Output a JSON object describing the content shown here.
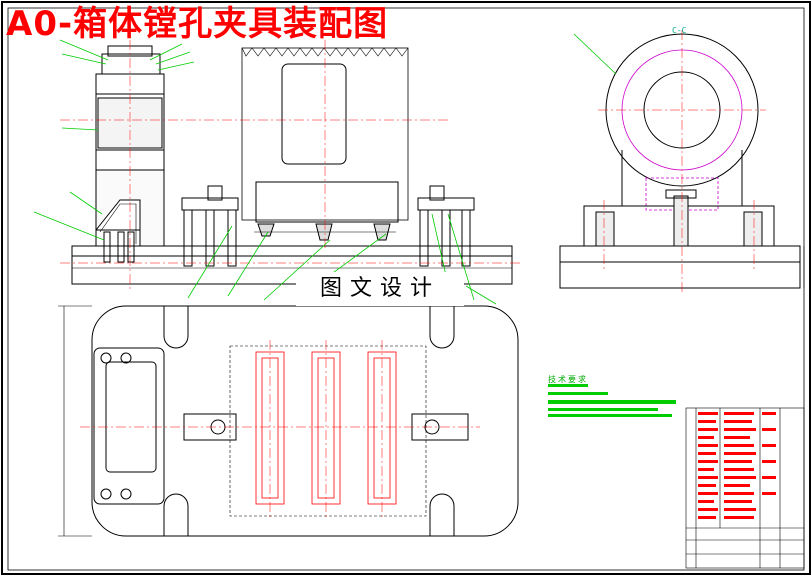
{
  "drawing": {
    "title": "A0-箱体镗孔夹具装配图",
    "watermark": "图文设计",
    "section_label": "C-C",
    "tech_req_title": "技术要求",
    "colors": {
      "title": "#ff0000",
      "outline": "#000000",
      "centerline": "#ff0000",
      "leader": "#00cc00",
      "hidden": "#cc00cc",
      "table_fill": "#ff0000"
    }
  }
}
